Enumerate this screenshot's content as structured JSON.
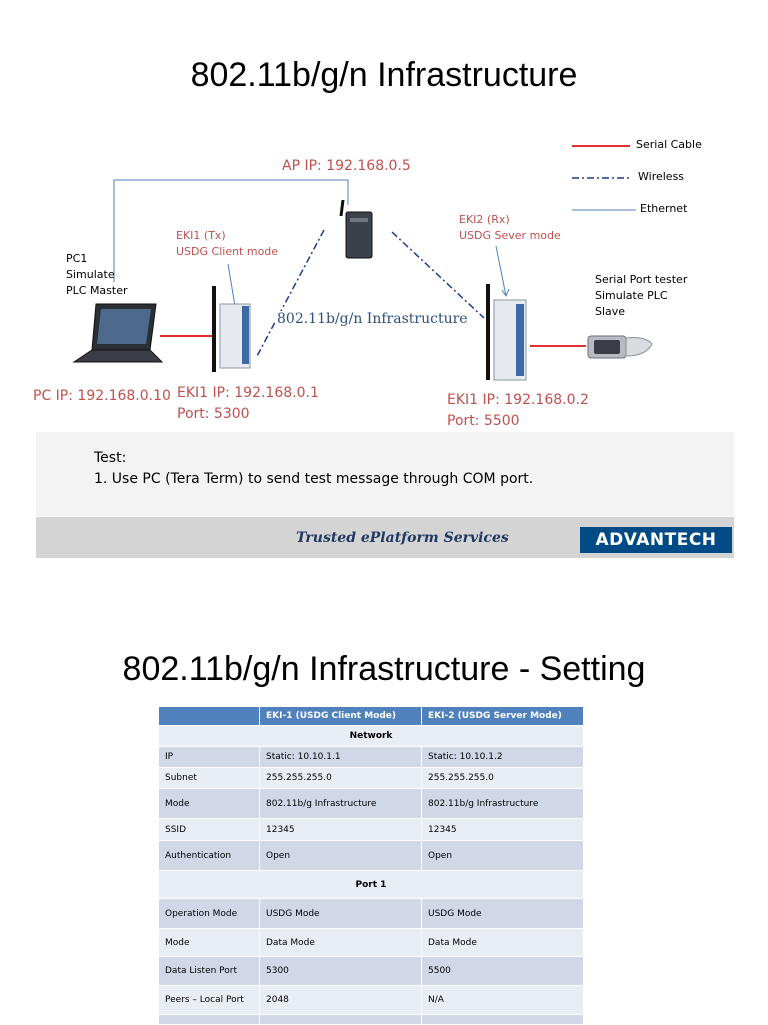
{
  "slide1": {
    "title": "802.11b/g/n Infrastructure",
    "legend": {
      "serial": "Serial Cable",
      "wireless": "Wireless",
      "ethernet": "Ethernet"
    },
    "ap_ip": "AP IP: 192.168.0.5",
    "eki1_label_1": "EKI1 (Tx)",
    "eki1_label_2": "USDG Client mode",
    "eki2_label_1": "EKI2 (Rx)",
    "eki2_label_2": "USDG Sever mode",
    "pc_label_1": "PC1",
    "pc_label_2": "Simulate",
    "pc_label_3": "PLC Master",
    "tester_label_1": "Serial Port tester",
    "tester_label_2": "Simulate PLC",
    "tester_label_3": "Slave",
    "infra_label": "802.11b/g/n Infrastructure",
    "pc_ip": "PC IP: 192.168.0.10",
    "eki1_ip": "EKI1 IP: 192.168.0.1",
    "eki1_port": "Port: 5300",
    "eki2_ip": "EKI1 IP: 192.168.0.2",
    "eki2_port": "Port: 5500",
    "test_heading": "Test:",
    "test_step": "1. Use PC (Tera Term) to send test message through COM port.",
    "tagline": "Trusted ePlatform Services",
    "logo": "ADVANTECH"
  },
  "slide2": {
    "title": "802.11b/g/n Infrastructure - Setting",
    "table": {
      "headers": [
        "",
        "EKI-1 (USDG Client Mode)",
        "EKI-2 (USDG Server Mode)"
      ],
      "section_network": "Network",
      "network_rows": [
        [
          "IP",
          "Static: 10.10.1.1",
          "Static: 10.10.1.2"
        ],
        [
          "Subnet",
          "255.255.255.0",
          "255.255.255.0"
        ],
        [
          "Mode",
          "802.11b/g Infrastructure",
          "802.11b/g Infrastructure"
        ],
        [
          "SSID",
          "12345",
          "12345"
        ],
        [
          "Authentication",
          "Open",
          "Open"
        ]
      ],
      "section_port": "Port 1",
      "port_rows": [
        [
          "Operation Mode",
          "USDG Mode",
          "USDG Mode"
        ],
        [
          "Mode",
          "Data Mode",
          "Data Mode"
        ],
        [
          "Data Listen Port",
          "5300",
          "5500"
        ],
        [
          "Peers – Local Port",
          "2048",
          "N/A"
        ],
        [
          "",
          "",
          ""
        ]
      ]
    }
  },
  "colors": {
    "serial": "#e03030",
    "wireless": "#1f3c88",
    "ethernet": "#4f81bd",
    "label_red": "#c0504d",
    "header_blue": "#4f81bd"
  }
}
